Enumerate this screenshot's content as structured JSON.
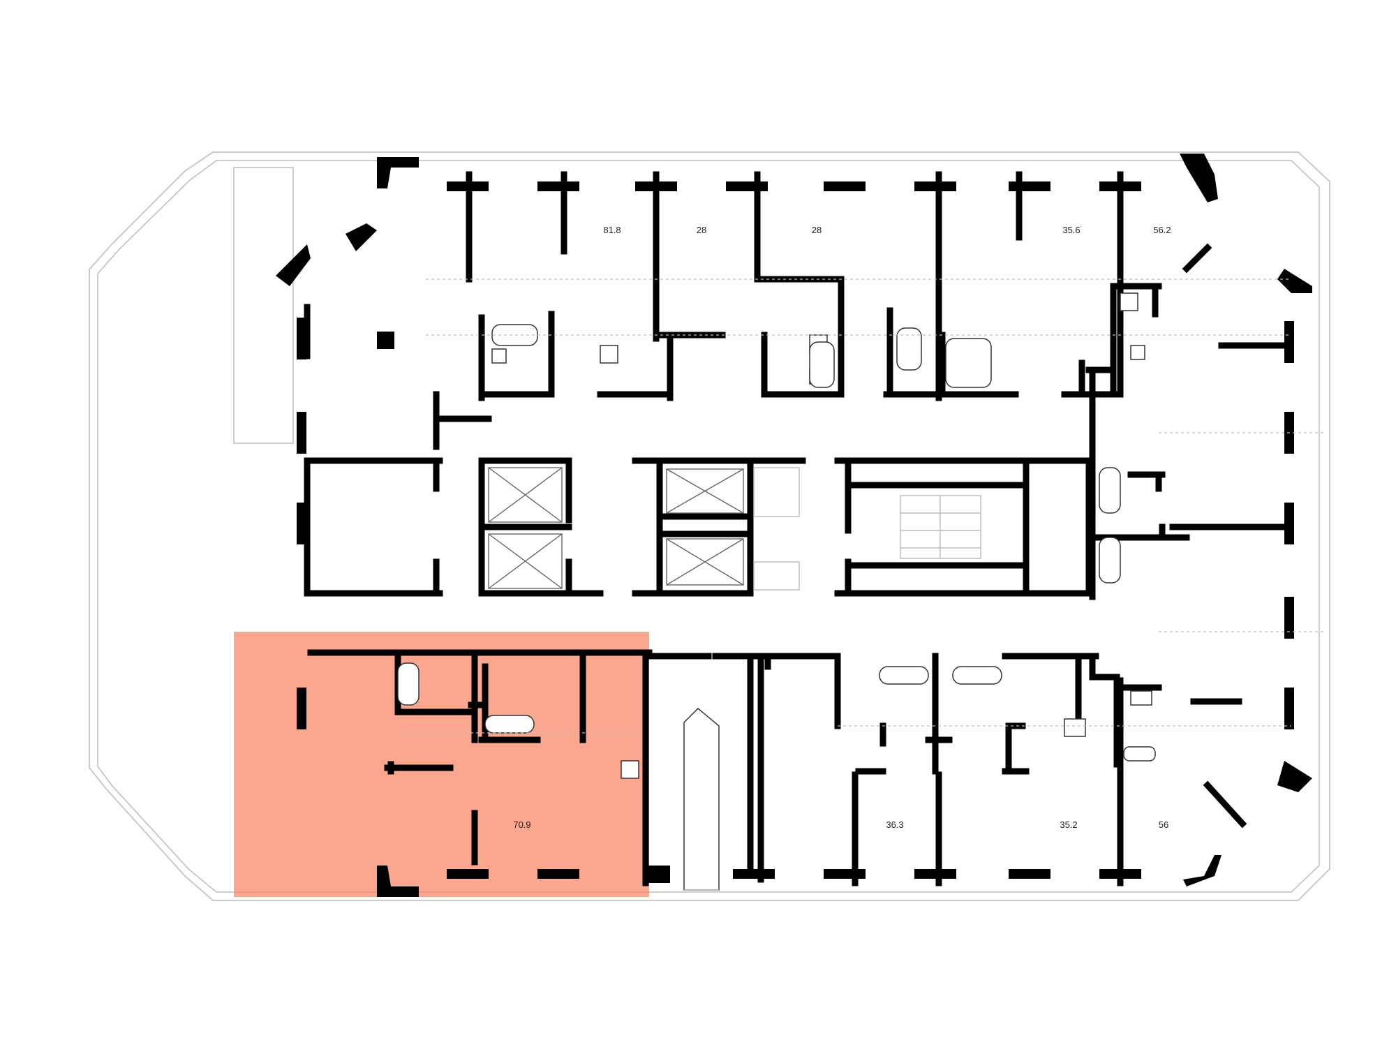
{
  "plan": {
    "highlight_color": "#f9805f",
    "highlight_opacity": 0.7,
    "wall_color": "#000000",
    "units": [
      {
        "id": "unit-81-8",
        "area": "81.8"
      },
      {
        "id": "unit-28-a",
        "area": "28"
      },
      {
        "id": "unit-28-b",
        "area": "28"
      },
      {
        "id": "unit-35-6",
        "area": "35.6"
      },
      {
        "id": "unit-56-2",
        "area": "56.2"
      },
      {
        "id": "unit-70-9",
        "area": "70.9",
        "highlighted": true
      },
      {
        "id": "unit-36-3",
        "area": "36.3"
      },
      {
        "id": "unit-35-2",
        "area": "35.2"
      },
      {
        "id": "unit-56",
        "area": "56"
      }
    ]
  }
}
